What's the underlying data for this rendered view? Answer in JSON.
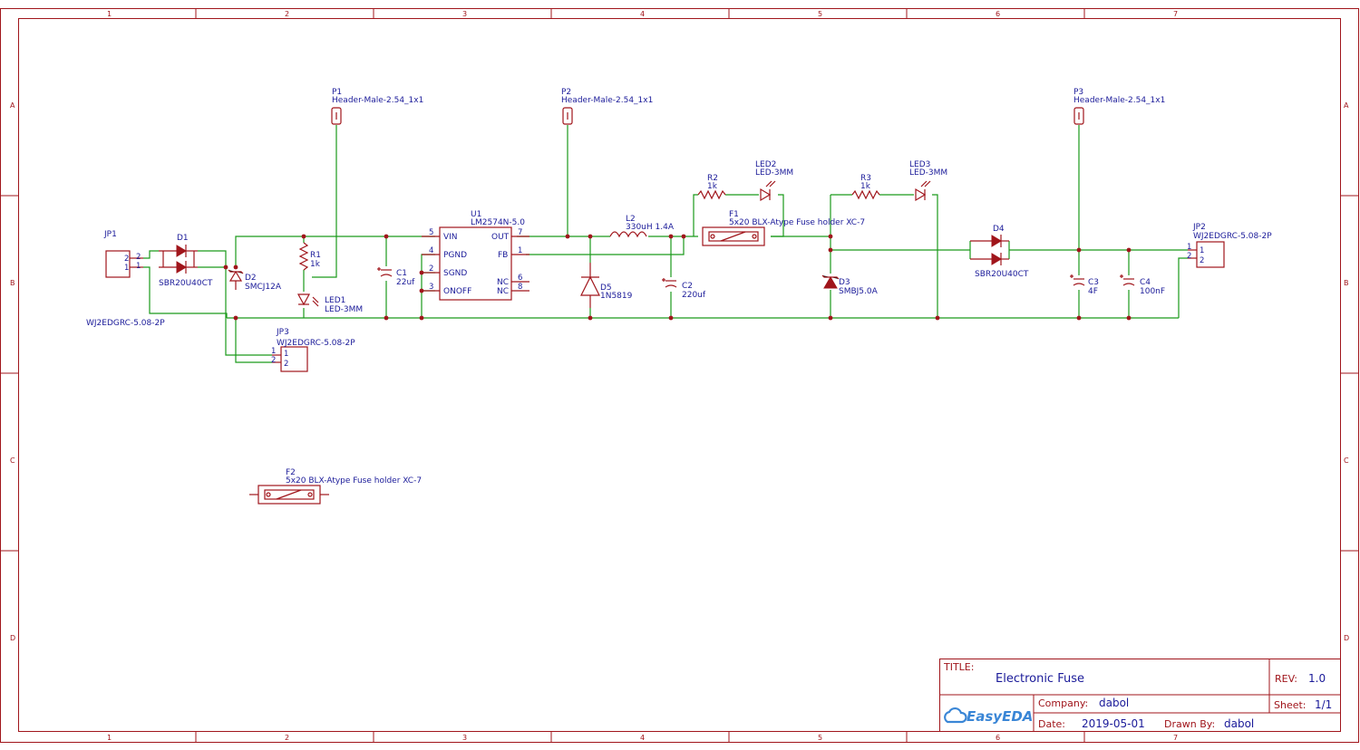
{
  "grid": {
    "columns": [
      "1",
      "2",
      "3",
      "4",
      "5",
      "6",
      "7"
    ],
    "rows": [
      "A",
      "B",
      "C",
      "D"
    ]
  },
  "components": {
    "jp1": {
      "ref": "JP1",
      "value": "WJ2EDGRC-5.08-2P",
      "pin1": "1",
      "pin2": "2"
    },
    "jp2": {
      "ref": "JP2",
      "value": "WJ2EDGRC-5.08-2P",
      "pin1": "1",
      "pin2": "2"
    },
    "jp3": {
      "ref": "JP3",
      "value": "WJ2EDGRC-5.08-2P",
      "pin1": "1",
      "pin2": "2"
    },
    "d1": {
      "ref": "D1",
      "value": "SBR20U40CT"
    },
    "d2": {
      "ref": "D2",
      "value": "SMCJ12A"
    },
    "d3": {
      "ref": "D3",
      "value": "SMBJ5.0A"
    },
    "d4": {
      "ref": "D4",
      "value": "SBR20U40CT"
    },
    "d5": {
      "ref": "D5",
      "value": "1N5819"
    },
    "r1": {
      "ref": "R1",
      "value": "1k"
    },
    "r2": {
      "ref": "R2",
      "value": "1k"
    },
    "r3": {
      "ref": "R3",
      "value": "1k"
    },
    "led1": {
      "ref": "LED1",
      "value": "LED-3MM"
    },
    "led2": {
      "ref": "LED2",
      "value": "LED-3MM"
    },
    "led3": {
      "ref": "LED3",
      "value": "LED-3MM"
    },
    "p1": {
      "ref": "P1",
      "value": "Header-Male-2.54_1x1"
    },
    "p2": {
      "ref": "P2",
      "value": "Header-Male-2.54_1x1"
    },
    "p3": {
      "ref": "P3",
      "value": "Header-Male-2.54_1x1"
    },
    "c1": {
      "ref": "C1",
      "value": "22uf"
    },
    "c2": {
      "ref": "C2",
      "value": "220uf"
    },
    "c3": {
      "ref": "C3",
      "value": "4F"
    },
    "c4": {
      "ref": "C4",
      "value": "100nF"
    },
    "l2": {
      "ref": "L2",
      "value": "330uH 1.4A"
    },
    "f1": {
      "ref": "F1",
      "value": "5x20 BLX-Atype Fuse holder XC-7"
    },
    "f2": {
      "ref": "F2",
      "value": "5x20 BLX-Atype Fuse holder XC-7"
    },
    "u1": {
      "ref": "U1",
      "value": "LM2574N-5.0",
      "pins": {
        "vin": "VIN",
        "pgnd": "PGND",
        "sgnd": "SGND",
        "onoff": "ONOFF",
        "out": "OUT",
        "fb": "FB",
        "nc": "NC"
      },
      "pin_numbers": {
        "vin": "5",
        "pgnd": "4",
        "sgnd": "2",
        "onoff": "3",
        "out": "7",
        "fb": "1",
        "nc1": "6",
        "nc2": "8"
      }
    }
  },
  "title_block": {
    "title_label": "TITLE:",
    "title": "Electronic Fuse",
    "rev_label": "REV:",
    "rev": "1.0",
    "company_label": "Company:",
    "company": "dabol",
    "sheet_label": "Sheet:",
    "sheet": "1/1",
    "date_label": "Date:",
    "date": "2019-05-01",
    "drawn_label": "Drawn By:",
    "drawn": "dabol",
    "logo_text": "EasyEDA"
  },
  "colors": {
    "frame": "#a0151b",
    "wire": "#1a9a1a",
    "text": "#1a1a99",
    "logo": "#3a86d6"
  }
}
